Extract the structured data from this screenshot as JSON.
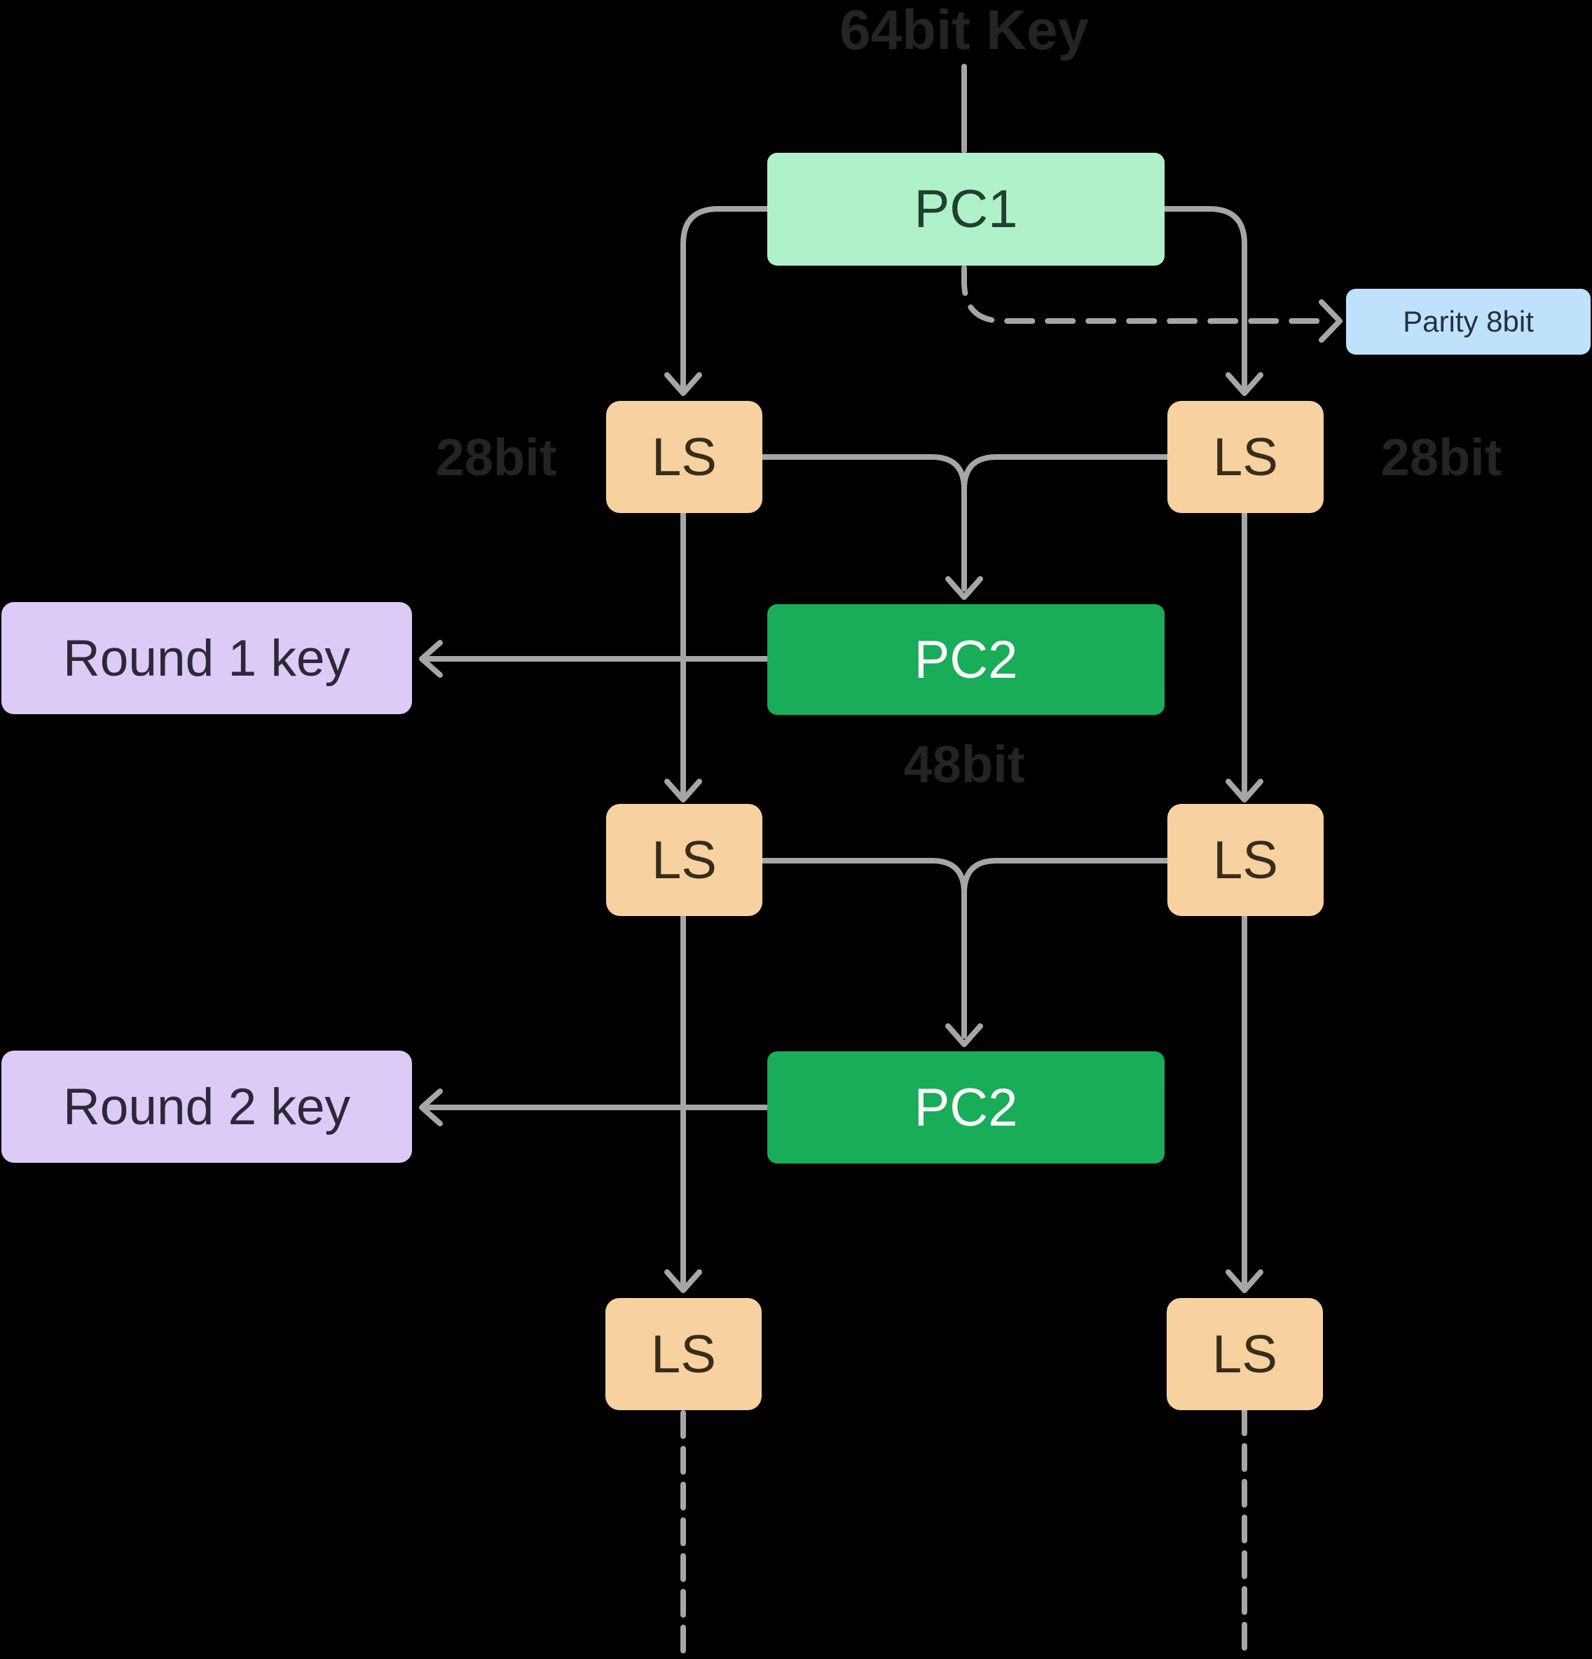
{
  "diagram": {
    "title": "64bit Key",
    "nodes": {
      "pc1": {
        "label": "PC1"
      },
      "pc2": {
        "label": "PC2"
      },
      "ls": {
        "label": "LS"
      },
      "parity": {
        "label": "Parity 8bit"
      },
      "round1": {
        "label": "Round 1 key"
      },
      "round2": {
        "label": "Round 2 key"
      }
    },
    "annotations": {
      "left_half_width": "28bit",
      "right_half_width": "28bit",
      "pc2_output_width": "48bit"
    },
    "colors": {
      "bg": "#000000",
      "line": "#a6a6a6",
      "mint": "#aff2c9",
      "green": "#19ac59",
      "orange": "#f8d1a0",
      "lavender": "#dccbf6",
      "blue": "#bfe2fc",
      "labelText": "#242424",
      "pc1Text": "#22402f",
      "pc2Text": "#ffffff",
      "lsText": "#362d1b",
      "roundText": "#2d2837",
      "parityText": "#25303f"
    }
  }
}
